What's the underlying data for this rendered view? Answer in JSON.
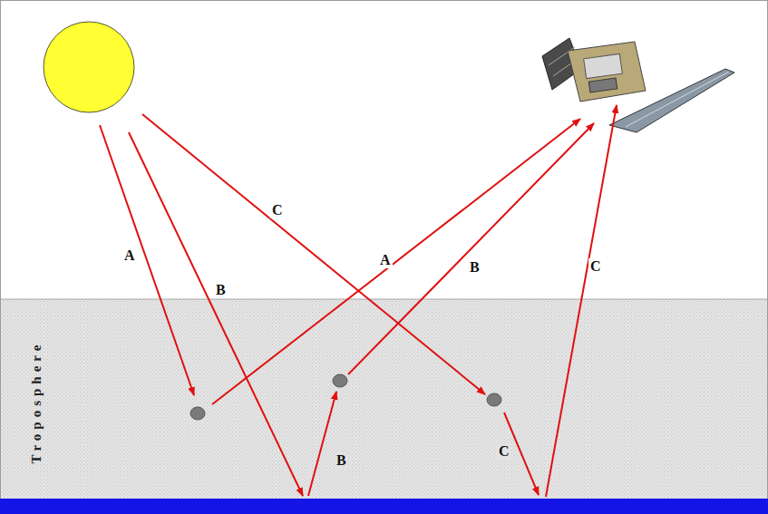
{
  "diagram": {
    "nodes": [
      {
        "text": [
          "Troposphere"
        ]
      }
    ],
    "labels": [
      "C",
      "A",
      "A",
      "B",
      "C",
      "B",
      "C",
      "B"
    ]
  }
}
